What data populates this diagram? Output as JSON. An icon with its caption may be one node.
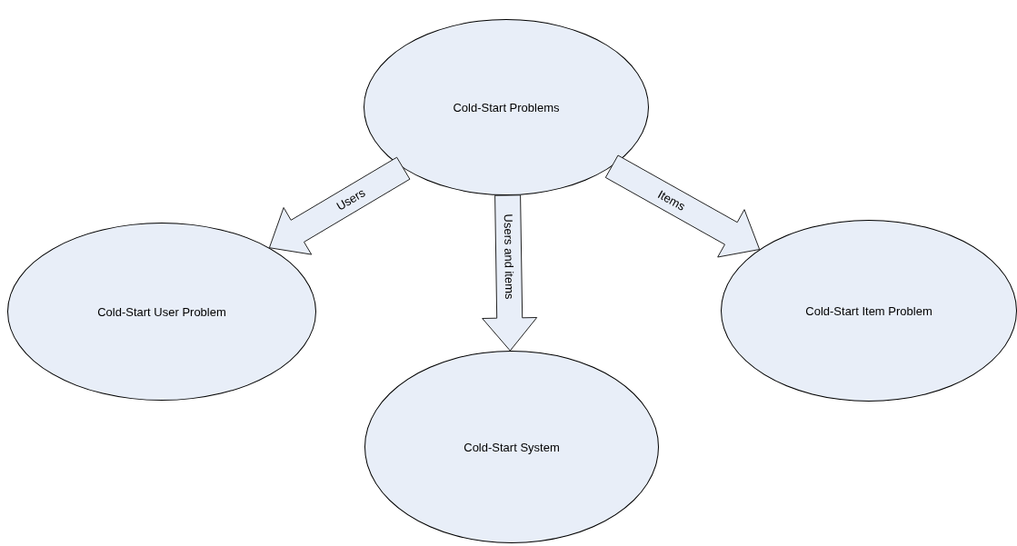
{
  "diagram": {
    "nodes": [
      {
        "text": [
          "Cold-Start Problems"
        ]
      },
      {
        "text": [
          "Cold-Start User Problem"
        ]
      },
      {
        "text": [
          "Cold-Start System"
        ]
      },
      {
        "text": [
          "Cold-Start Item Problem"
        ]
      }
    ],
    "edges": [
      {
        "from": 0,
        "to": 1,
        "arrow": "to",
        "label": "Users"
      },
      {
        "from": 0,
        "to": 2,
        "arrow": "to",
        "label": "Users and items"
      },
      {
        "from": 0,
        "to": 3,
        "arrow": "to",
        "label": "Items"
      }
    ]
  }
}
